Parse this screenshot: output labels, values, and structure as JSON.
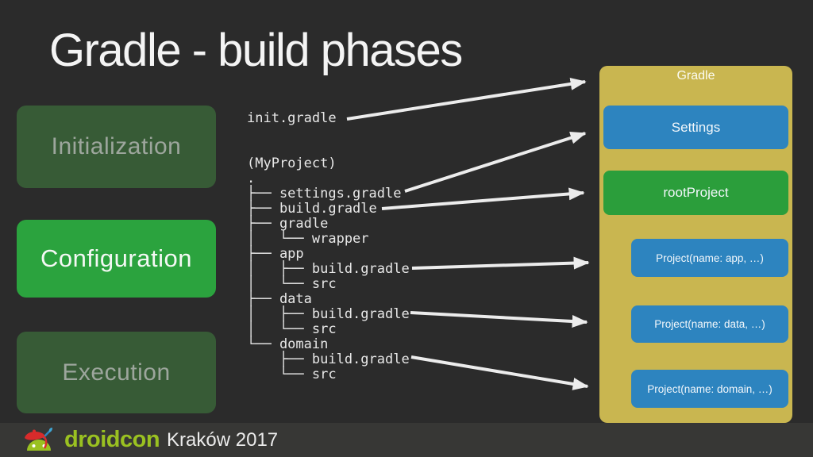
{
  "slide": {
    "title": "Gradle - build phases"
  },
  "phases": [
    {
      "label": "Initialization",
      "state": "inactive"
    },
    {
      "label": "Configuration",
      "state": "active"
    },
    {
      "label": "Execution",
      "state": "inactive"
    }
  ],
  "file_tree": {
    "init_script": "init.gradle",
    "project_label": "(MyProject)",
    "text": "init.gradle\n\n\n(MyProject)\n.\n├── settings.gradle\n├── build.gradle\n├── gradle\n│   └── wrapper\n├── app\n│   ├── build.gradle\n│   └── src\n├── data\n│   ├── build.gradle\n│   └── src\n└── domain\n    ├── build.gradle\n    └── src"
  },
  "gradle_panel": {
    "title": "Gradle",
    "nodes": [
      {
        "label": "Settings",
        "color": "blue",
        "size": "large"
      },
      {
        "label": "rootProject",
        "color": "green",
        "size": "large"
      },
      {
        "label": "Project(name: app, …)",
        "color": "blue",
        "size": "small"
      },
      {
        "label": "Project(name: data, …)",
        "color": "blue",
        "size": "small"
      },
      {
        "label": "Project(name: domain, …)",
        "color": "blue",
        "size": "small"
      }
    ]
  },
  "connections": [
    {
      "from": "init.gradle",
      "to": "Gradle"
    },
    {
      "from": "settings.gradle",
      "to": "Settings"
    },
    {
      "from": "build.gradle",
      "to": "rootProject"
    },
    {
      "from": "app/build.gradle",
      "to": "Project(name: app, …)"
    },
    {
      "from": "data/build.gradle",
      "to": "Project(name: data, …)"
    },
    {
      "from": "domain/build.gradle",
      "to": "Project(name: domain, …)"
    }
  ],
  "footer": {
    "brand": "droidcon",
    "event": "Kraków 2017"
  },
  "colors": {
    "background": "#2b2b2b",
    "footer_bar": "#373735",
    "panel_gold": "#c9b650",
    "node_blue": "#2d84bf",
    "node_green": "#2b9e3b",
    "phase_bright_green": "#2ba33e",
    "phase_dim_green": "#375b36",
    "arrow": "#ececec",
    "brand_green": "#9ac121"
  }
}
